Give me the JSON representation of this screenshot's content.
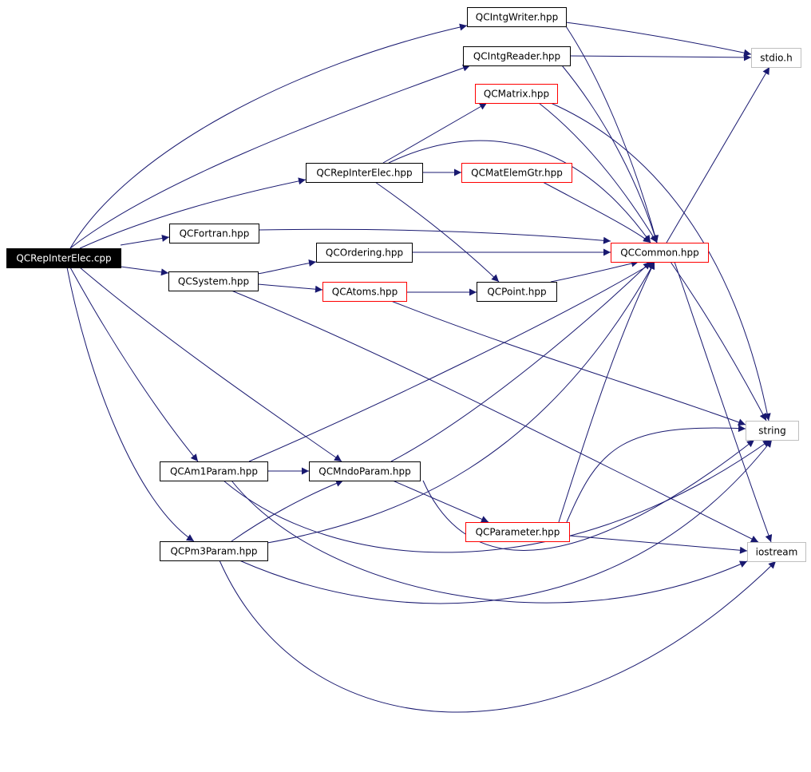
{
  "nodes": {
    "root": {
      "label": "QCRepInterElec.cpp",
      "style": "root"
    },
    "writer": {
      "label": "QCIntgWriter.hpp",
      "style": "normal"
    },
    "reader": {
      "label": "QCIntgReader.hpp",
      "style": "normal"
    },
    "stdio": {
      "label": "stdio.h",
      "style": "system"
    },
    "matrix": {
      "label": "QCMatrix.hpp",
      "style": "truncated"
    },
    "repinter": {
      "label": "QCRepInterElec.hpp",
      "style": "normal"
    },
    "matelem": {
      "label": "QCMatElemGtr.hpp",
      "style": "truncated"
    },
    "fortran": {
      "label": "QCFortran.hpp",
      "style": "normal"
    },
    "ordering": {
      "label": "QCOrdering.hpp",
      "style": "normal"
    },
    "common": {
      "label": "QCCommon.hpp",
      "style": "truncated"
    },
    "system": {
      "label": "QCSystem.hpp",
      "style": "normal"
    },
    "atoms": {
      "label": "QCAtoms.hpp",
      "style": "truncated"
    },
    "point": {
      "label": "QCPoint.hpp",
      "style": "normal"
    },
    "string": {
      "label": "string",
      "style": "system"
    },
    "am1": {
      "label": "QCAm1Param.hpp",
      "style": "normal"
    },
    "mndo": {
      "label": "QCMndoParam.hpp",
      "style": "normal"
    },
    "parameter": {
      "label": "QCParameter.hpp",
      "style": "truncated"
    },
    "pm3": {
      "label": "QCPm3Param.hpp",
      "style": "normal"
    },
    "iostream": {
      "label": "iostream",
      "style": "system"
    }
  },
  "edges": [
    [
      "root",
      "writer"
    ],
    [
      "root",
      "reader"
    ],
    [
      "root",
      "repinter"
    ],
    [
      "root",
      "fortran"
    ],
    [
      "root",
      "system"
    ],
    [
      "root",
      "am1"
    ],
    [
      "root",
      "mndo"
    ],
    [
      "root",
      "pm3"
    ],
    [
      "writer",
      "stdio"
    ],
    [
      "writer",
      "common"
    ],
    [
      "reader",
      "stdio"
    ],
    [
      "reader",
      "common"
    ],
    [
      "matrix",
      "common"
    ],
    [
      "matrix",
      "string"
    ],
    [
      "repinter",
      "matrix"
    ],
    [
      "repinter",
      "matelem"
    ],
    [
      "repinter",
      "common"
    ],
    [
      "repinter",
      "point"
    ],
    [
      "matelem",
      "common"
    ],
    [
      "fortran",
      "common"
    ],
    [
      "system",
      "ordering"
    ],
    [
      "system",
      "atoms"
    ],
    [
      "system",
      "iostream"
    ],
    [
      "ordering",
      "common"
    ],
    [
      "atoms",
      "point"
    ],
    [
      "atoms",
      "string"
    ],
    [
      "point",
      "common"
    ],
    [
      "common",
      "stdio"
    ],
    [
      "common",
      "string"
    ],
    [
      "common",
      "iostream"
    ],
    [
      "am1",
      "mndo"
    ],
    [
      "am1",
      "common"
    ],
    [
      "am1",
      "string"
    ],
    [
      "am1",
      "iostream"
    ],
    [
      "pm3",
      "mndo"
    ],
    [
      "pm3",
      "common"
    ],
    [
      "pm3",
      "string"
    ],
    [
      "pm3",
      "iostream"
    ],
    [
      "mndo",
      "parameter"
    ],
    [
      "mndo",
      "common"
    ],
    [
      "mndo",
      "string"
    ],
    [
      "parameter",
      "common"
    ],
    [
      "parameter",
      "string"
    ],
    [
      "parameter",
      "iostream"
    ]
  ],
  "colors": {
    "edge": "#191970",
    "root_fill": "#000000",
    "root_text": "#ffffff",
    "normal_border": "#000000",
    "truncated_border": "#ff0000",
    "system_border": "#bfbfbf",
    "text": "#000000"
  }
}
